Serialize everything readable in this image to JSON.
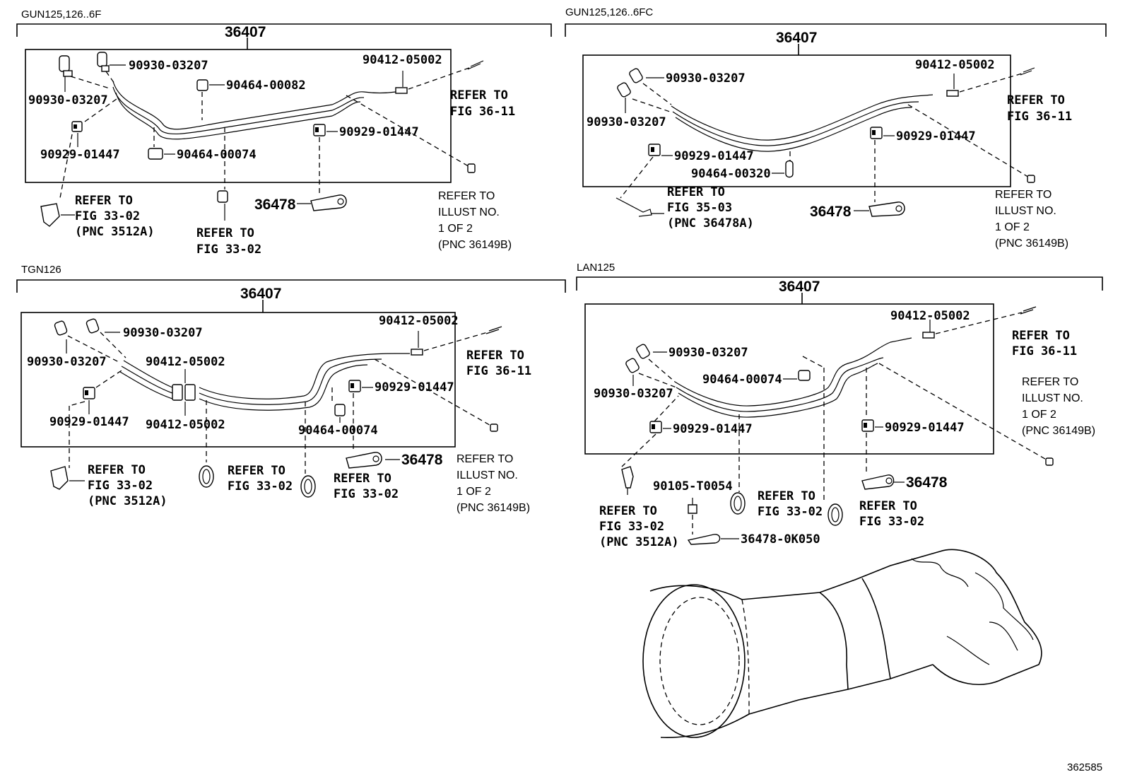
{
  "sections": [
    {
      "variant": "GUN125,126..6F",
      "assembly": "36407",
      "labels": {
        "a": "90930-03207",
        "b": "90930-03207",
        "c": "90929-01447",
        "d": "90464-00082",
        "e": "90464-00074",
        "f": "90412-05002",
        "g": "90929-01447",
        "h": "36478"
      },
      "refs": {
        "r1": [
          "REFER TO",
          "FIG 36-11"
        ],
        "r2": [
          "REFER TO",
          "ILLUST NO.",
          "1 OF 2",
          "(PNC 36149B)"
        ],
        "r3": [
          "REFER TO",
          "FIG 33-02",
          "(PNC 3512A)"
        ],
        "r4": [
          "REFER TO",
          "FIG 33-02"
        ]
      }
    },
    {
      "variant": "GUN125,126..6FC",
      "assembly": "36407",
      "labels": {
        "a": "90930-03207",
        "b": "90930-03207",
        "c": "90929-01447",
        "d": "90464-00320",
        "f": "90412-05002",
        "g": "90929-01447",
        "h": "36478"
      },
      "refs": {
        "r1": [
          "REFER TO",
          "FIG 36-11"
        ],
        "r2": [
          "REFER TO",
          "ILLUST NO.",
          "1 OF 2",
          "(PNC 36149B)"
        ],
        "r3": [
          "REFER TO",
          "FIG 35-03",
          "(PNC 36478A)"
        ]
      }
    },
    {
      "variant": "TGN126",
      "assembly": "36407",
      "labels": {
        "a": "90930-03207",
        "b": "90930-03207",
        "c": "90929-01447",
        "d1": "90412-05002",
        "d2": "90412-05002",
        "e": "90464-00074",
        "f": "90412-05002",
        "g": "90929-01447",
        "h": "36478"
      },
      "refs": {
        "r1": [
          "REFER TO",
          "FIG 36-11"
        ],
        "r2": [
          "REFER TO",
          "ILLUST NO.",
          "1 OF 2",
          "(PNC 36149B)"
        ],
        "r3": [
          "REFER TO",
          "FIG 33-02",
          "(PNC 3512A)"
        ],
        "r4": [
          "REFER TO",
          "FIG 33-02"
        ],
        "r5": [
          "REFER TO",
          "FIG 33-02"
        ]
      }
    },
    {
      "variant": "LAN125",
      "assembly": "36407",
      "labels": {
        "a": "90930-03207",
        "b": "90930-03207",
        "c": "90929-01447",
        "d": "90464-00074",
        "f": "90412-05002",
        "g": "90929-01447",
        "h": "36478",
        "i": "90105-T0054",
        "j": "36478-0K050"
      },
      "refs": {
        "r1": [
          "REFER TO",
          "FIG 36-11"
        ],
        "r2": [
          "REFER TO",
          "ILLUST NO.",
          "1 OF 2",
          "(PNC 36149B)"
        ],
        "r3": [
          "REFER TO",
          "FIG 33-02",
          "(PNC 3512A)"
        ],
        "r4": [
          "REFER TO",
          "FIG 33-02"
        ],
        "r5": [
          "REFER TO",
          "FIG 33-02"
        ]
      }
    }
  ],
  "figure_id": "362585",
  "icons": {
    "connector": "hose-fitting-icon",
    "clip": "pipe-clip-icon",
    "clamp": "hose-clamp-icon",
    "bracket": "bracket-icon",
    "transmission": "transmission-housing-icon"
  }
}
